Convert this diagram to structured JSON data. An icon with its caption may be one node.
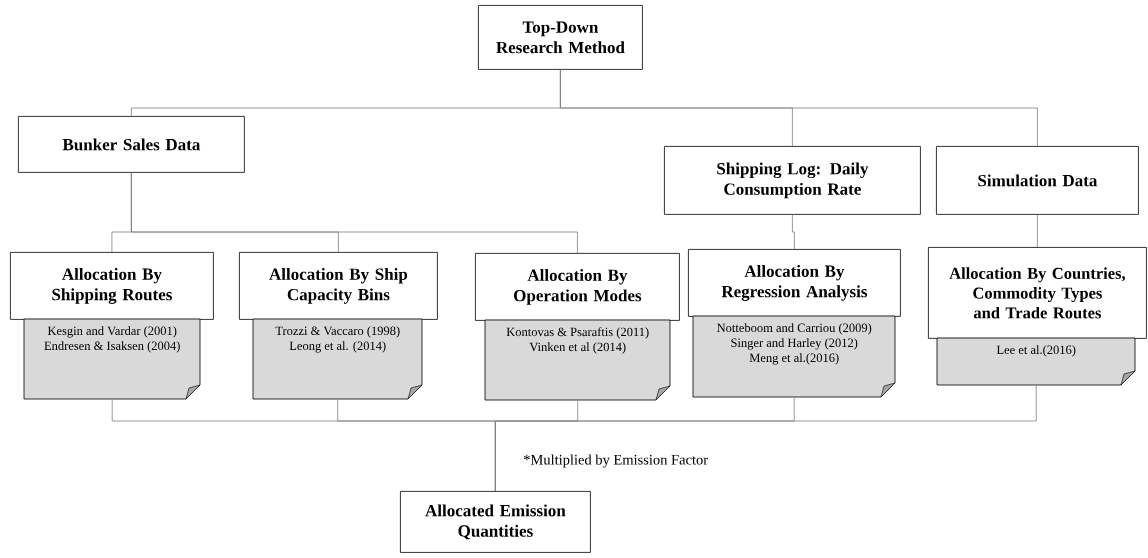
{
  "diagram": {
    "nodes": [
      {
        "text": [
          "Top-Down Research Method"
        ]
      },
      {
        "text": [
          "Bunker Sales Data"
        ]
      },
      {
        "text": [
          "Shipping Log: Daily Consumption Rate"
        ]
      },
      {
        "text": [
          "Simulation Data"
        ]
      },
      {
        "text": [
          "Allocation By Shipping Routes"
        ]
      },
      {
        "text": [
          "Kesgin and Vardar (2001)",
          "Endresen & Isaksen (2004)"
        ]
      },
      {
        "text": [
          "Allocation By Ship Capacity Bins"
        ]
      },
      {
        "text": [
          "Trozzi & Vaccaro (1998)",
          "Leong et al. (2014)"
        ]
      },
      {
        "text": [
          "Allocation By Operation Modes"
        ]
      },
      {
        "text": [
          "Kontovas & Psaraftis (2011)",
          "Vinken et al (2014)"
        ]
      },
      {
        "text": [
          "Allocation By Regression Analysis"
        ]
      },
      {
        "text": [
          "Notteboom and Carriou (2009)",
          "Singer and Harley (2012)",
          "Meng et al.(2016)"
        ]
      },
      {
        "text": [
          "Allocation By Countries, Commodity Types and Trade Routes"
        ]
      },
      {
        "text": [
          "Lee et al.(2016)"
        ]
      },
      {
        "text": [
          "Allocated Emission Quantities"
        ]
      }
    ],
    "edges": [
      {
        "from": 0,
        "to": 1,
        "arrow": "none"
      },
      {
        "from": 0,
        "to": 2,
        "arrow": "none"
      },
      {
        "from": 0,
        "to": 3,
        "arrow": "none"
      },
      {
        "from": 1,
        "to": 4,
        "arrow": "none"
      },
      {
        "from": 1,
        "to": 6,
        "arrow": "none"
      },
      {
        "from": 1,
        "to": 8,
        "arrow": "none"
      },
      {
        "from": 2,
        "to": 10,
        "arrow": "none"
      },
      {
        "from": 3,
        "to": 12,
        "arrow": "none"
      },
      {
        "from": 5,
        "to": 14,
        "arrow": "none"
      },
      {
        "from": 7,
        "to": 14,
        "arrow": "none"
      },
      {
        "from": 9,
        "to": 14,
        "arrow": "none"
      },
      {
        "from": 11,
        "to": 14,
        "arrow": "none"
      },
      {
        "from": 13,
        "to": 14,
        "arrow": "none"
      }
    ],
    "labels": [
      "*Multiplied by Emission Factor"
    ]
  }
}
